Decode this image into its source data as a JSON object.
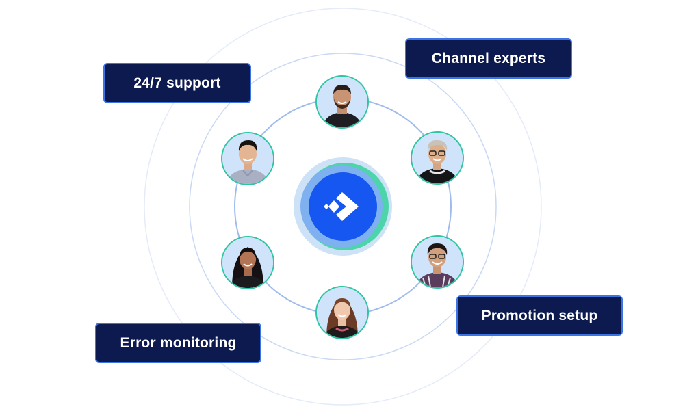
{
  "labels": {
    "support": "24/7 support",
    "channel": "Channel experts",
    "promotion": "Promotion setup",
    "error": "Error monitoring"
  },
  "colors": {
    "label_bg": "#0d1a4f",
    "label_border": "#3c74e6",
    "ring": "#aac4f2",
    "avatar_border": "#2fc4a2",
    "avatar_bg": "#cfe3fb",
    "logo_blue": "#1557f0",
    "logo_teal": "#3ecf9f"
  },
  "icons": {
    "center": "brand-logo-icon"
  }
}
